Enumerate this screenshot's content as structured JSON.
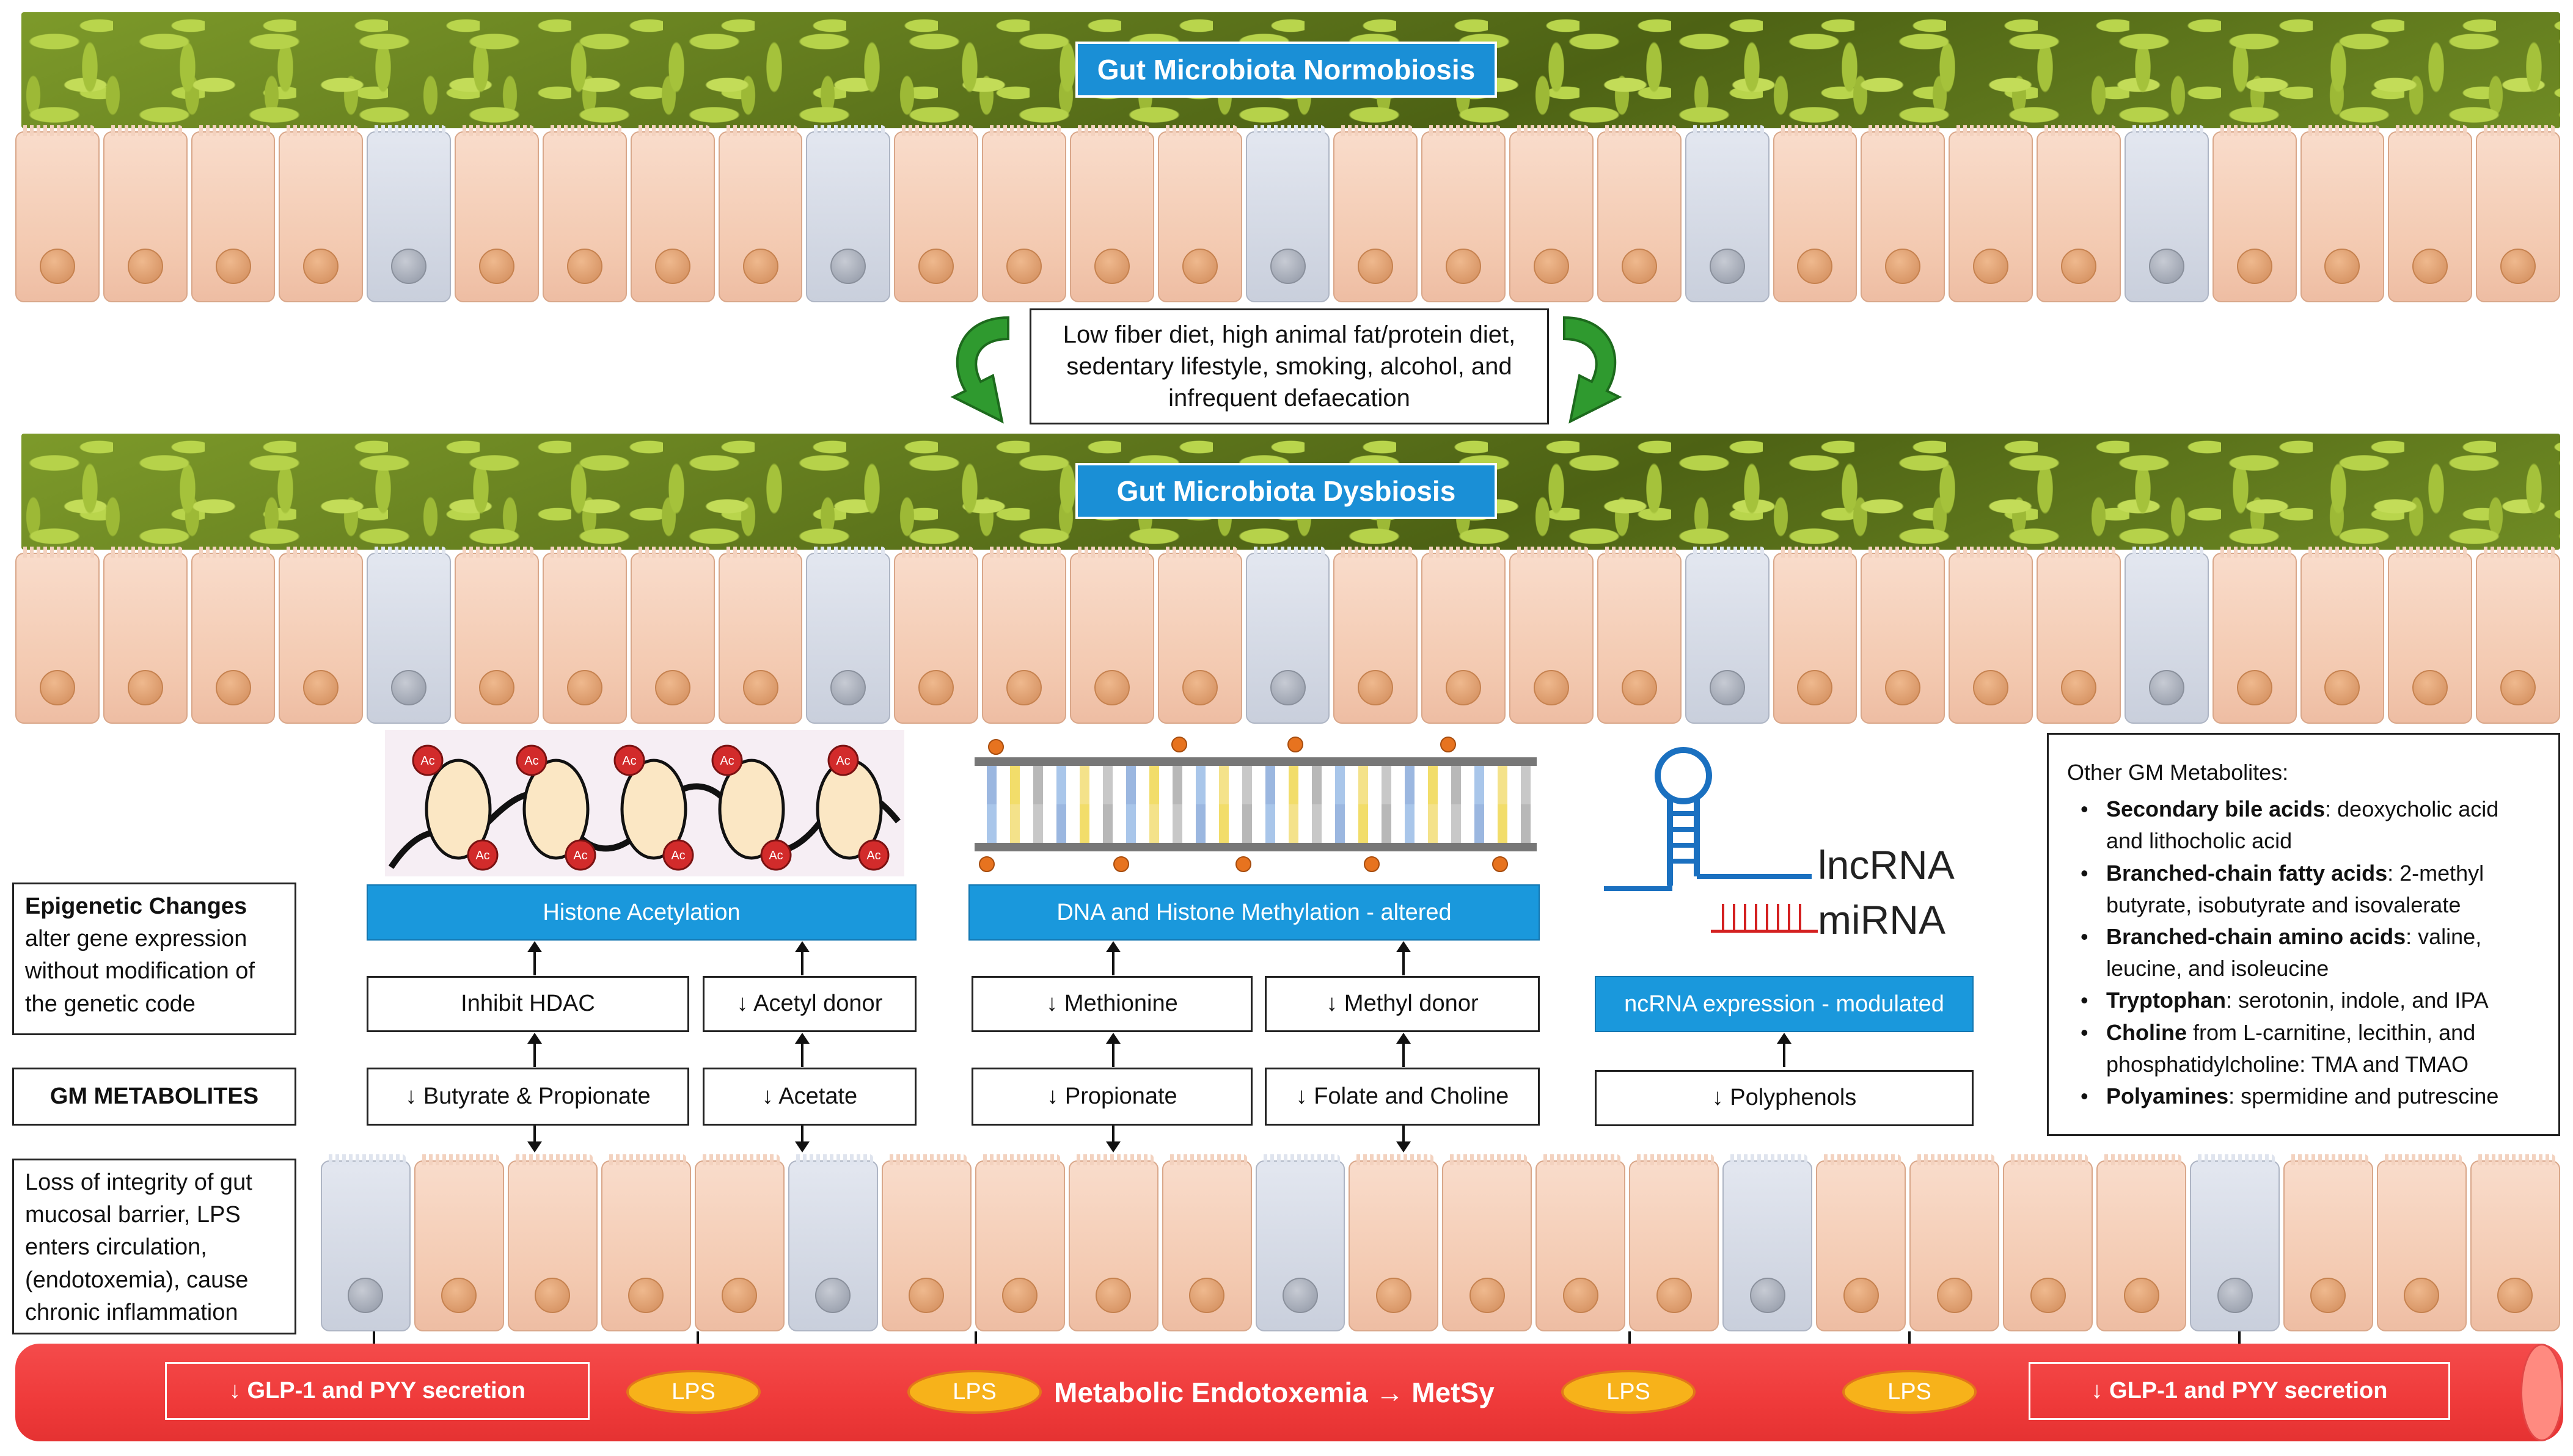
{
  "titles": {
    "normobiosis": "Gut Microbiota Normobiosis",
    "dysbiosis": "Gut Microbiota Dysbiosis"
  },
  "transition_text": "Low fiber diet, high animal fat/protein diet, sedentary lifestyle, smoking, alcohol, and infrequent defaecation",
  "left_labels": {
    "epigenetic_title": "Epigenetic Changes",
    "epigenetic_body": "alter gene expression without modification of the genetic code",
    "gm_metabolites": "GM METABOLITES",
    "barrier": "Loss of integrity of gut mucosal barrier, LPS enters circulation, (endotoxemia), cause chronic inflammation"
  },
  "bars": {
    "histone": "Histone Acetylation",
    "dna": "DNA and Histone Methylation - altered",
    "ncrna": "ncRNA expression - modulated"
  },
  "mechanisms": {
    "inhibit_hdac": "Inhibit HDAC",
    "acetyl_donor": "↓ Acetyl donor",
    "methionine": "↓ Methionine",
    "methyl_donor": "↓ Methyl donor"
  },
  "metabolites": {
    "butyrate": "↓ Butyrate & Propionate",
    "acetate": "↓ Acetate",
    "propionate": "↓ Propionate",
    "folate": "↓ Folate and Choline",
    "polyphenols": "↓ Polyphenols"
  },
  "rna_labels": {
    "lncrna": "lncRNA",
    "mirna": "miRNA"
  },
  "acetyl_mark": "Ac",
  "other_metabolites": {
    "heading": "Other GM Metabolites:",
    "items": [
      {
        "bold": "Secondary bile acids",
        "rest": ": deoxycholic acid and lithocholic acid"
      },
      {
        "bold": "Branched-chain fatty acids",
        "rest": ": 2-methyl butyrate, isobutyrate and isovalerate"
      },
      {
        "bold": "Branched-chain amino acids",
        "rest": ": valine, leucine, and isoleucine"
      },
      {
        "bold": "Tryptophan",
        "rest": ": serotonin, indole, and IPA"
      },
      {
        "bold": "Choline",
        "rest": " from L-carnitine, lecithin, and phosphatidylcholine: TMA and TMAO"
      },
      {
        "bold": "Polyamines",
        "rest": ": spermidine and putrescine"
      }
    ]
  },
  "vessel": {
    "glp_left": "↓ GLP-1 and PYY secretion",
    "glp_right": "↓ GLP-1 and PYY secretion",
    "lps": "LPS",
    "title": "Metabolic Endotoxemia → MetSy"
  },
  "colors": {
    "title_blue": "#1a8fd6",
    "bar_blue": "#1a98dc",
    "vessel_red": "#ef3a3a",
    "lps_orange": "#f7b21a",
    "arrow_green": "#2f9a2f"
  }
}
